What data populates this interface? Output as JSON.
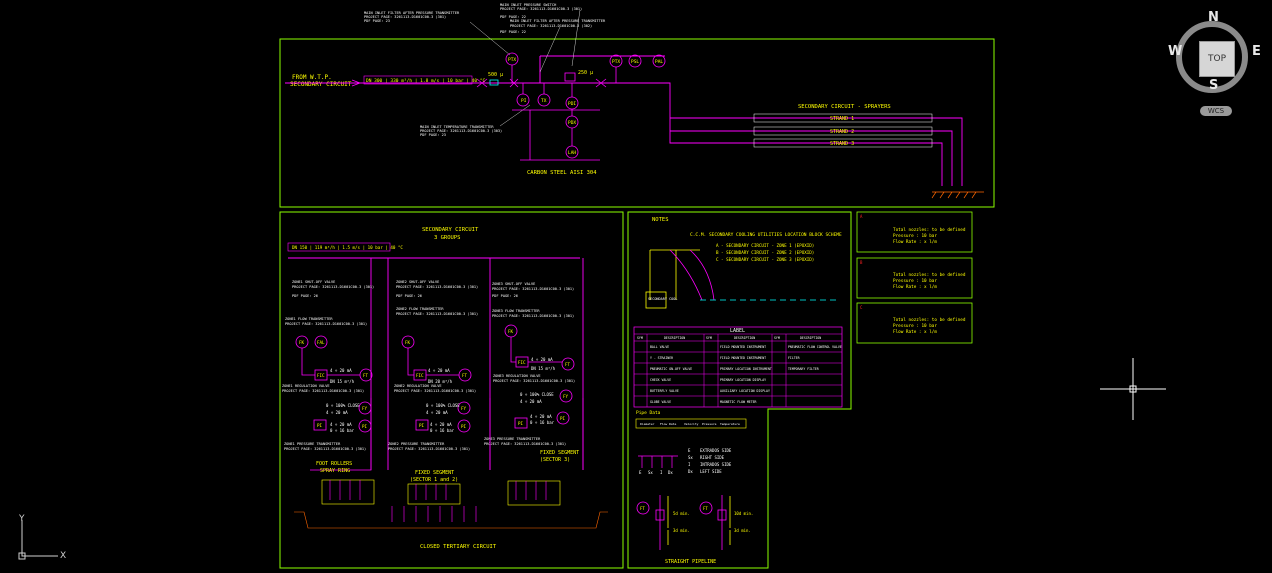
{
  "viewcube": {
    "north": "N",
    "south": "S",
    "east": "E",
    "west": "W",
    "top_label": "TOP",
    "wcs_label": "WCS"
  },
  "ucs": {
    "x_label": "X",
    "y_label": "Y"
  },
  "top_panel": {
    "from_line1": "FROM W.T.P.",
    "from_line2": "SECONDARY CIRCUIT",
    "flow_spec": "DN 300 | 330 m³/h | 1.8 m/s | 10 bar | 40 °C",
    "note_pressure_tx": "MAIN INLET FILTER AFTER PRESSURE TRANSMITTER",
    "note_pressure_tx2": "PROJECT PAGE: 3261113-D1601C00-3 (301)",
    "note_pressure_tx3": "PDF PAGE: 23",
    "note_switch": "MAIN INLET PRESSURE SWITCH",
    "note_switch2": "PROJECT PAGE: 3261113-D1601C00-3 (301)",
    "note_switch3": "PDF PAGE: 22",
    "note_filter": "MAIN INLET FILTER AFTER PRESSURE TRANSMITTER",
    "note_filter2": "PROJECT PAGE: 3261113-D1601C00-3 (302)",
    "note_filter3": "PDF PAGE: 22",
    "note_temp": "MAIN INLET TEMPERATURE TRANSMITTER",
    "note_temp2": "PROJECT PAGE: 3261113-D1601C00-3 (303)",
    "note_temp3": "PDF PAGE: 23",
    "filter1": "500 µ",
    "filter2": "250 µ",
    "material": "CARBON STEEL  AISI 304",
    "sprayers_title": "SECONDARY CIRCUIT - SPRAYERS",
    "strands": [
      "STRAND 1",
      "STRAND 2",
      "STRAND 3"
    ],
    "instr": {
      "ptx1": "PTX",
      "pi": "PI",
      "tx": "TX",
      "pdi": "PDI",
      "pdx": "PDX",
      "lah": "LAH",
      "ptx2": "PTX",
      "psl": "PSL",
      "pal": "PAL"
    }
  },
  "groups_panel": {
    "title1": "SECONDARY CIRCUIT",
    "title2": "3 GROUPS",
    "flow_spec": "DN 150 | 119 m³/h | 1.5 m/s | 10 bar | 40 °C",
    "shutoff": "ZONE1 SHUT-OFF VALVE",
    "shutoff2": "ZONE2 SHUT-OFF VALVE",
    "shutoff3": "ZONE3 SHUT-OFF VALVE",
    "proj": "PROJECT PAGE: 3261113-D1601C00-3 (301)",
    "pdf26": "PDF PAGE: 26",
    "flowtx": "ZONE1 FLOW TRANSMITTER",
    "flowtx2": "ZONE2 FLOW TRANSMITTER",
    "flowtx3": "ZONE3 FLOW TRANSMITTER",
    "reg1": "ZONE1 REGULATION VALVE",
    "reg2": "ZONE2 REGULATION VALVE",
    "reg3": "ZONE3 REGULATION VALVE",
    "ptx1": "ZONE1 PRESSURE TRANSMITTER",
    "ptx2": "ZONE2 PRESSURE TRANSMITTER",
    "ptx3": "ZONE3 PRESSURE TRANSMITTER",
    "ma": "4 ÷ 20 mA",
    "dn1": "DN 15 m³/h",
    "dn2": "DN 20 m³/h",
    "dn3": "DN 15 m³/h",
    "fail": "0 ÷ 100% CLOSE",
    "bar": "0 ÷ 16 bar",
    "foot1": "FOOT ROLLERS",
    "foot2": "SPRAY RING",
    "fixed1": "FIXED SEGMENT",
    "fixed2": "(SECTOR 1 and 2)",
    "fixed3": "FIXED SEGMENT",
    "fixed4": "(SECTOR 3)",
    "closed": "CLOSED TERTIARY CIRCUIT",
    "instr": {
      "fk": "FK",
      "fal": "FAL",
      "fic": "FIC",
      "ft": "FT",
      "pi": "PI",
      "fy": "FY"
    }
  },
  "notes_panel": {
    "notes": "NOTES",
    "scheme": "C.C.M. SECONDARY COOLING UTILITIES LOCATION BLOCK SCHEME",
    "zones": [
      "A - SECONDARY CIRCUIT - ZONE 1 (EPOXID)",
      "B - SECONDARY CIRCUIT - ZONE 2 (EPOXID)",
      "C - SECONDARY CIRCUIT - ZONE 3 (EPOXID)"
    ],
    "machine": "SECONDARY COOL",
    "legend_title": "LABEL",
    "legend_headers": [
      "SYM",
      "DESCRIPTION",
      "SYM",
      "DESCRIPTION",
      "SYM",
      "DESCRIPTION"
    ],
    "legend_rows": [
      [
        "BALL VALVE",
        "FIELD MOUNTED INSTRUMENT",
        "PNEUMATIC FLOW CONTROL VALVE"
      ],
      [
        "Y - STRAINER",
        "FIELD MOUNTED INSTRUMENT",
        "FILTER"
      ],
      [
        "PNEUMATIC ON-OFF VALVE",
        "PRIMARY LOCATION INSTRUMENT",
        "TEMPORARY FILTER"
      ],
      [
        "CHECK VALVE",
        "PRIMARY LOCATION DISPLAY",
        ""
      ],
      [
        "BUTTERFLY VALVE",
        "AUXILIARY LOCATION DISPLAY",
        ""
      ],
      [
        "GLOBE VALVE",
        "MAGNETIC FLOW METER",
        ""
      ]
    ],
    "pipe_data": "Pipe Data",
    "pipe_headers": [
      "Diameter",
      "Flow Rate",
      "Velocity",
      "Pressure",
      "Temperature"
    ],
    "sides": [
      [
        "E",
        "EXTRADOS SIDE"
      ],
      [
        "Sx",
        "RIGHT SIDE"
      ],
      [
        "I",
        "INTRADOS SIDE"
      ],
      [
        "Dx",
        "LEFT SIDE"
      ]
    ],
    "nozzles": [
      "E",
      "Sx",
      "I",
      "Dx"
    ],
    "pipe_dims": [
      "5d min.",
      "3d min.",
      "10d min.",
      "3d min."
    ],
    "straight": "STRAIGHT PIPELINE",
    "ft": "FT"
  },
  "zone_boxes": [
    {
      "tag": "A",
      "line1": "Total nozzles: to be defined",
      "line2": "Pressure : 10 bar",
      "line3": "Flow Rate : x l/m"
    },
    {
      "tag": "B",
      "line1": "Total nozzles: to be defined",
      "line2": "Pressure : 10 bar",
      "line3": "Flow Rate : x l/m"
    },
    {
      "tag": "C",
      "line1": "Total nozzles: to be defined",
      "line2": "Pressure : 10 bar",
      "line3": "Flow Rate : x l/m"
    }
  ]
}
